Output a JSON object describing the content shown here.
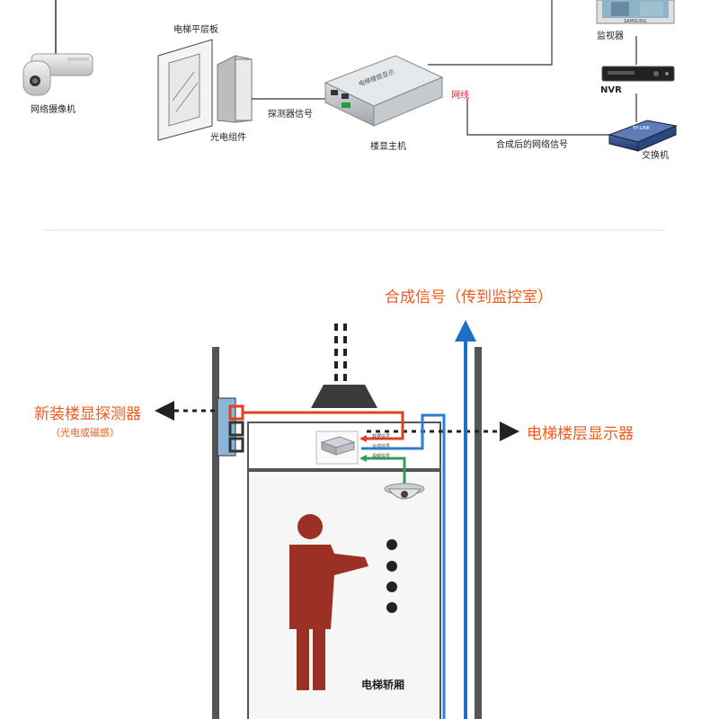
{
  "top": {
    "camera_label": "网络摄像机",
    "panel_label": "电梯平层板",
    "photo_label": "光电组件",
    "detector_signal_label": "探测器信号",
    "host_label": "楼显主机",
    "net_cable_label": "网线",
    "combined_net_label": "合成后的网络信号",
    "monitor_label": "监视器",
    "nvr_label": "NVR",
    "switch_label": "交换机",
    "host_front_text": "电梯楼层显示",
    "switch_brand": "TP-LINK",
    "monitor_brand": "SAMSUNG"
  },
  "bottom": {
    "combined_signal_title": "合成信号（传到监控室）",
    "new_detector_label": "新装楼显探测器",
    "detector_sub_label": "（光电或磁感）",
    "floor_display_label": "电梯楼层显示器",
    "car_label": "电梯轿厢",
    "sig_label_1": "数据信号",
    "sig_label_2": "合成信号",
    "sig_label_3": "视频信号"
  },
  "colors": {
    "shaft": "#555555",
    "red_line": "#e2401e",
    "blue_line": "#2a7fd0",
    "green_line": "#2aa05a",
    "person": "#9b3024",
    "orange_text": "#f05a1e",
    "arrow_blue": "#1e6fc8"
  }
}
